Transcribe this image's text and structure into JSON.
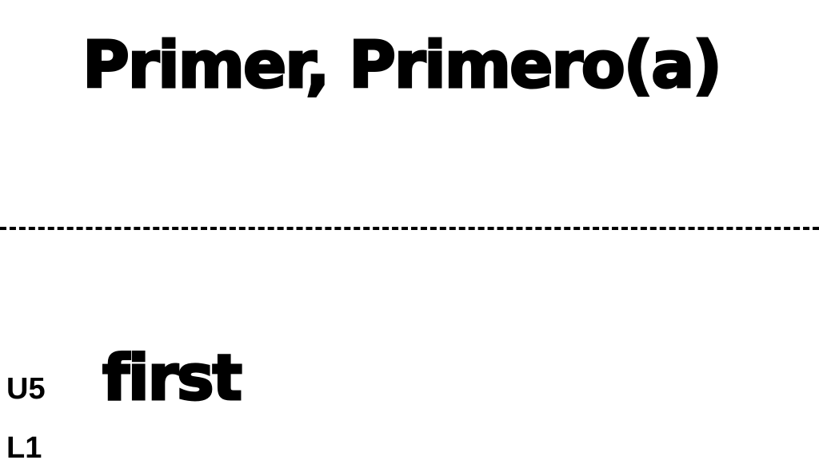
{
  "card": {
    "spanish_term": "Primer, Primero(a)",
    "english_term": "first",
    "unit": "U5",
    "lesson": "L1"
  },
  "colors": {
    "background": "#ffffff",
    "text": "#000000"
  }
}
